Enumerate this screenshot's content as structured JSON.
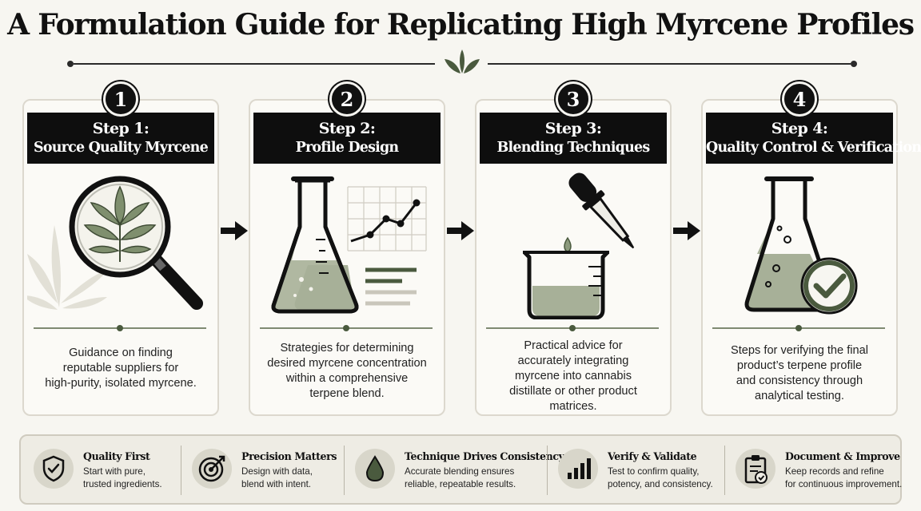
{
  "title": "A Formulation Guide for Replicating High Myrcene Profiles",
  "colors": {
    "accent": "#4a5a3e",
    "sage": "#8c9a7d",
    "ink": "#111111",
    "paper": "#f7f6f1"
  },
  "steps": [
    {
      "number": "1",
      "heading": "Step 1:",
      "subheading": "Source Quality Myrcene",
      "description": [
        "Guidance on finding",
        "reputable suppliers for",
        "high-purity, isolated myrcene."
      ],
      "icon": "magnifier-plant-icon"
    },
    {
      "number": "2",
      "heading": "Step 2:",
      "subheading": "Profile Design",
      "description": [
        "Strategies for determining",
        "desired myrcene concentration",
        "within a comprehensive",
        "terpene blend."
      ],
      "icon": "flask-chart-icon"
    },
    {
      "number": "3",
      "heading": "Step 3:",
      "subheading": "Blending Techniques",
      "description": [
        "Practical advice for",
        "accurately integrating",
        "myrcene into cannabis",
        "distillate or other product",
        "matrices."
      ],
      "icon": "dropper-beaker-icon"
    },
    {
      "number": "4",
      "heading": "Step 4:",
      "subheading": "Quality Control & Verification",
      "description": [
        "Steps for verifying the final",
        "product’s terpene profile",
        "and consistency through",
        "analytical testing."
      ],
      "icon": "flask-check-icon"
    }
  ],
  "principles": [
    {
      "title": "Quality First",
      "lines": [
        "Start with pure,",
        "trusted ingredients."
      ],
      "icon": "shield-check-icon"
    },
    {
      "title": "Precision Matters",
      "lines": [
        "Design with data,",
        "blend with intent."
      ],
      "icon": "target-icon"
    },
    {
      "title": "Technique Drives Consistency",
      "lines": [
        "Accurate blending ensures",
        "reliable, repeatable results."
      ],
      "icon": "drop-icon"
    },
    {
      "title": "Verify & Validate",
      "lines": [
        "Test to confirm quality,",
        "potency, and consistency."
      ],
      "icon": "bar-chart-icon"
    },
    {
      "title": "Document & Improve",
      "lines": [
        "Keep records and refine",
        "for continuous improvement."
      ],
      "icon": "clipboard-check-icon"
    }
  ]
}
